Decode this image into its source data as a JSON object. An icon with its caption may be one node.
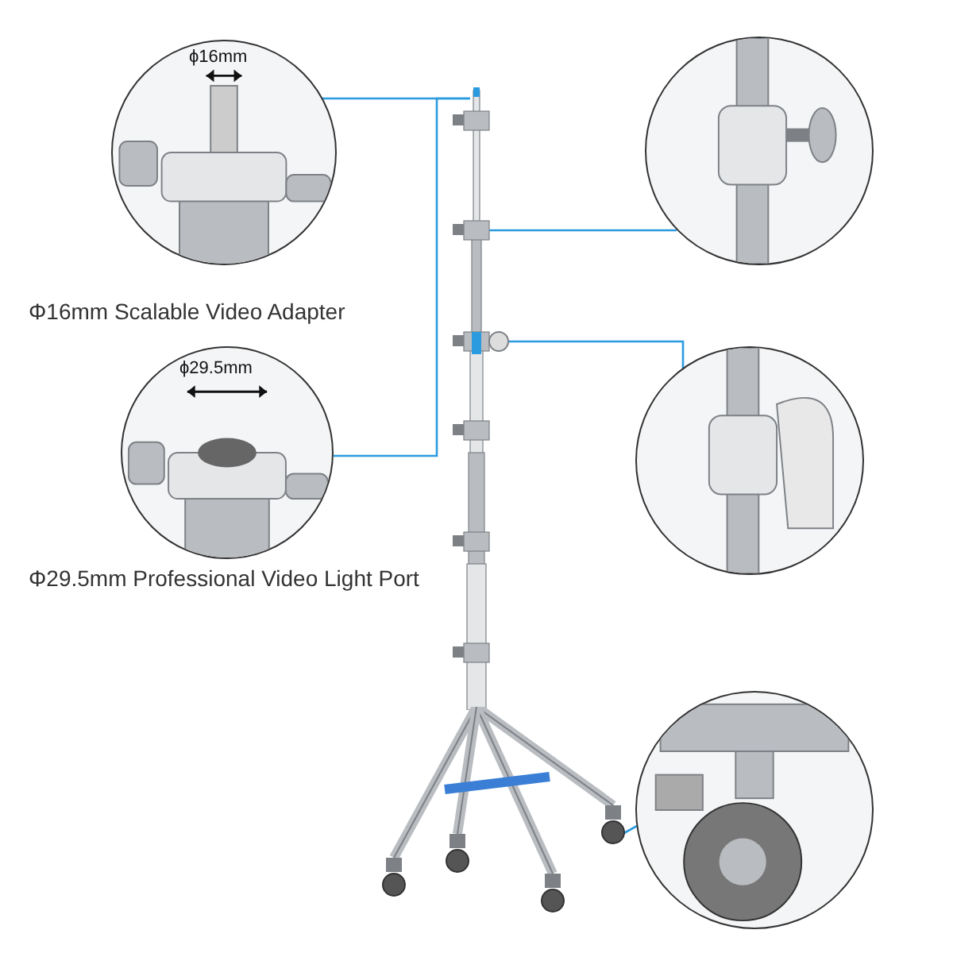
{
  "diagram": {
    "nodes": [
      {
        "text": [],
        "shape": "picture"
      },
      {
        "text": [],
        "shape": "picture"
      },
      {
        "text": [],
        "shape": "picture",
        "beside": [
          "Φ16mm Scalable Video Adapter"
        ]
      },
      {
        "text": [],
        "shape": "picture",
        "beside": [
          "Φ29.5mm Professional Video Light Port"
        ]
      },
      {
        "text": [],
        "shape": "picture"
      },
      {
        "text": [],
        "shape": "picture"
      },
      {
        "text": [],
        "shape": "picture"
      }
    ],
    "edges": [
      {
        "from": 2,
        "to": 0,
        "arrow": "none"
      },
      {
        "from": 3,
        "to": 0,
        "arrow": "none"
      },
      {
        "from": 4,
        "to": 0,
        "arrow": "none"
      },
      {
        "from": 5,
        "to": 0,
        "arrow": "none"
      },
      {
        "from": 6,
        "to": 1,
        "arrow": "none"
      }
    ],
    "labels": [
      "ϕ16mm",
      "ϕ29.5mm"
    ]
  }
}
